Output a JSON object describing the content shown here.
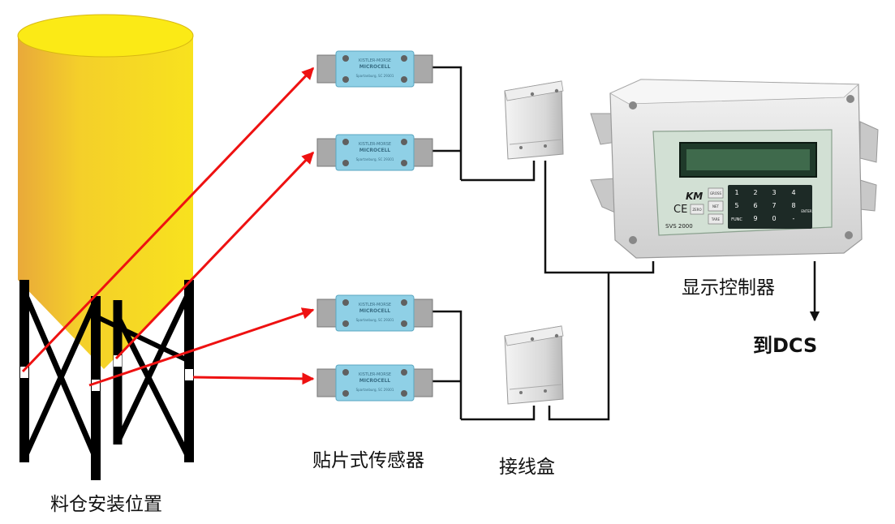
{
  "labels": {
    "silo": "料仓安装位置",
    "sensors": "贴片式传感器",
    "junction_box": "接线盒",
    "controller": "显示控制器",
    "output": "到DCS"
  },
  "sensor": {
    "brand_line1": "KISTLER-MORSE",
    "brand_line2": "MICROCELL",
    "location": "Spartanburg, SC 29301"
  },
  "controller_panel": {
    "brand": "KM",
    "ce_mark": "CE",
    "model": "SVS 2000",
    "mode_keys": [
      "ZERO",
      "GROSS",
      "NET",
      "TARE"
    ],
    "keypad": [
      "1",
      "2",
      "3",
      "4",
      "5",
      "6",
      "7",
      "8",
      "FUNC",
      "9",
      "0",
      "-",
      "ENTER"
    ]
  },
  "colors": {
    "silo_gold": "#f0c020",
    "arrow_red": "#ee1111",
    "sensor_blue": "#8fd0e6",
    "wire_black": "#111111"
  }
}
